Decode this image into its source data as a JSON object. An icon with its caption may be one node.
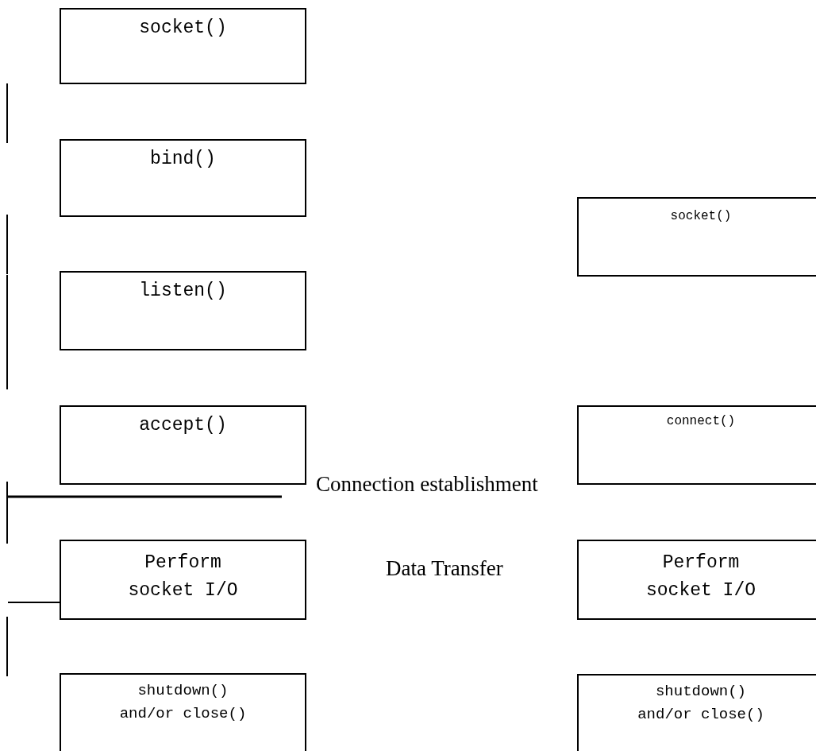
{
  "diagram": {
    "nodes": [
      {
        "text": [
          "socket()"
        ]
      },
      {
        "text": [
          "bind()"
        ]
      },
      {
        "text": [
          "listen()"
        ]
      },
      {
        "text": [
          "accept()"
        ]
      },
      {
        "text": [
          "Perform socket I/O"
        ]
      },
      {
        "text": [
          "shutdown() and/or close()"
        ]
      },
      {
        "text": [
          "socket()"
        ]
      },
      {
        "text": [
          "connect()"
        ]
      },
      {
        "text": [
          "Perform socket I/O"
        ]
      },
      {
        "text": [
          "shutdown() and/or close()"
        ]
      }
    ],
    "labels": [
      "Connection establishment",
      "Data Transfer"
    ]
  }
}
